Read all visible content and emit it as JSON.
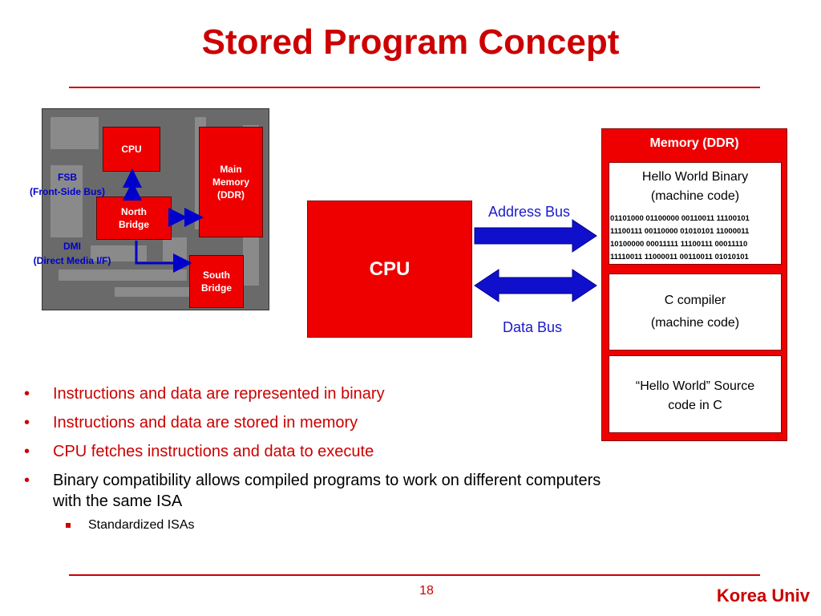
{
  "slide": {
    "title": "Stored Program Concept",
    "page_number": "18",
    "footer": "Korea Univ"
  },
  "motherboard": {
    "cpu": "CPU",
    "main_memory": "Main\nMemory\n(DDR)",
    "north_bridge": "North\nBridge",
    "south_bridge": "South\nBridge",
    "fsb": "FSB\n(Front-Side Bus)",
    "dmi": "DMI\n(Direct Media I/F)"
  },
  "diagram": {
    "cpu": "CPU",
    "address_bus": "Address Bus",
    "data_bus": "Data Bus",
    "memory": {
      "title": "Memory (DDR)",
      "binary_title": "Hello World Binary\n(machine code)",
      "binary_lines": [
        "01101000 01100000 00110011 11100101",
        "11100111 00110000 01010101 11000011",
        "10100000 00011111 11100111 00011110",
        "11110011 11000011 00110011 01010101"
      ],
      "compiler": "C compiler\n(machine code)",
      "source": "“Hello World” Source\ncode in C"
    }
  },
  "bullets": [
    {
      "text": "Instructions and data are represented in binary",
      "color": "#cc0000"
    },
    {
      "text": "Instructions and data are stored in memory",
      "color": "#cc0000"
    },
    {
      "text": "CPU fetches instructions and data to execute",
      "color": "#cc0000"
    },
    {
      "text": "Binary compatibility allows compiled programs to work on different computers with the same ISA",
      "color": "#000000"
    }
  ],
  "sub_bullet": "Standardized ISAs",
  "colors": {
    "accent": "#cc0000",
    "box_red": "#ee0000",
    "bus_blue": "#0000cc"
  }
}
